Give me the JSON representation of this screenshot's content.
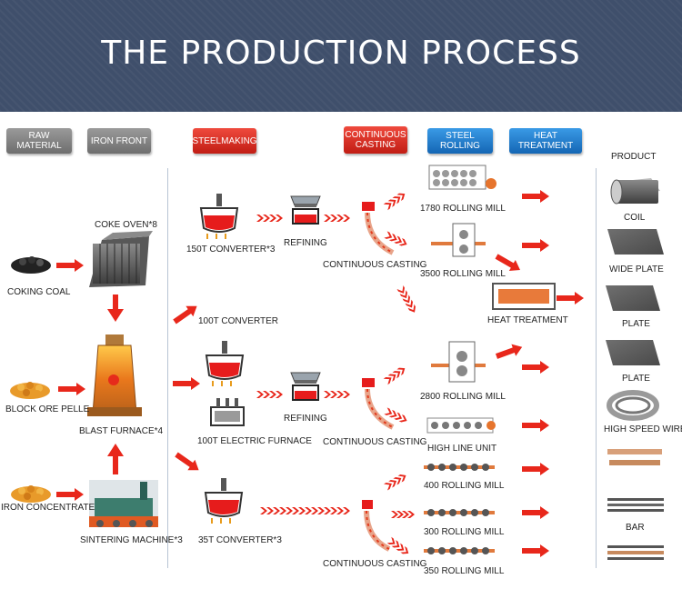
{
  "header": {
    "title": "THE PRODUCTION PROCESS"
  },
  "stages": {
    "raw_material": "RAW MATERIAL",
    "iron_front": "IRON FRONT",
    "steelmaking": "STEELMAKING",
    "continuous_casting": "CONTINUOUS CASTING",
    "steel_rolling": "STEEL ROLLING",
    "heat_treatment": "HEAT TREATMENT"
  },
  "inputs": {
    "coking_coal": "COKING COAL",
    "block_ore": "BLOCK ORE PELLE",
    "iron_concentrate": "IRON CONCENTRATE"
  },
  "iron": {
    "coke_oven": "COKE OVEN*8",
    "blast_furnace": "BLAST FURNACE*4",
    "sintering": "SINTERING MACHINE*3"
  },
  "steel": {
    "converter_150": "150T CONVERTER*3",
    "refining_1": "REFINING",
    "converter_100": "100T CONVERTER",
    "electric_furnace": "100T  ELECTRIC FURNACE",
    "refining_2": "REFINING",
    "converter_35": "35T CONVERTER*3"
  },
  "casting": {
    "cc1": "CONTINUOUS CASTING",
    "cc2": "CONTINUOUS CASTING",
    "cc3": "CONTINUOUS CASTING"
  },
  "rolling": {
    "mill_1780": "1780 ROLLING MILL",
    "mill_3500": "3500 ROLLING MILL",
    "heat_treatment": "HEAT TREATMENT",
    "mill_2800": "2800 ROLLING MILL",
    "high_line": "HIGH LINE UNIT",
    "mill_400": "400 ROLLING MILL",
    "mill_300": "300 ROLLING MILL",
    "mill_350": "350 ROLLING MILL"
  },
  "products": {
    "heading": "PRODUCT",
    "coil": "COIL",
    "wide_plate": "WIDE PLATE",
    "plate_1": "PLATE",
    "plate_2": "PLATE",
    "high_speed_wire": "HIGH SPEED WIRE",
    "bar": "BAR"
  },
  "colors": {
    "header_bg": "#3f4f6b",
    "arrow": "#e8271b",
    "stage_red": "#d8281c",
    "stage_blue": "#1f7ccc",
    "stage_gray": "#7d7d7d"
  }
}
